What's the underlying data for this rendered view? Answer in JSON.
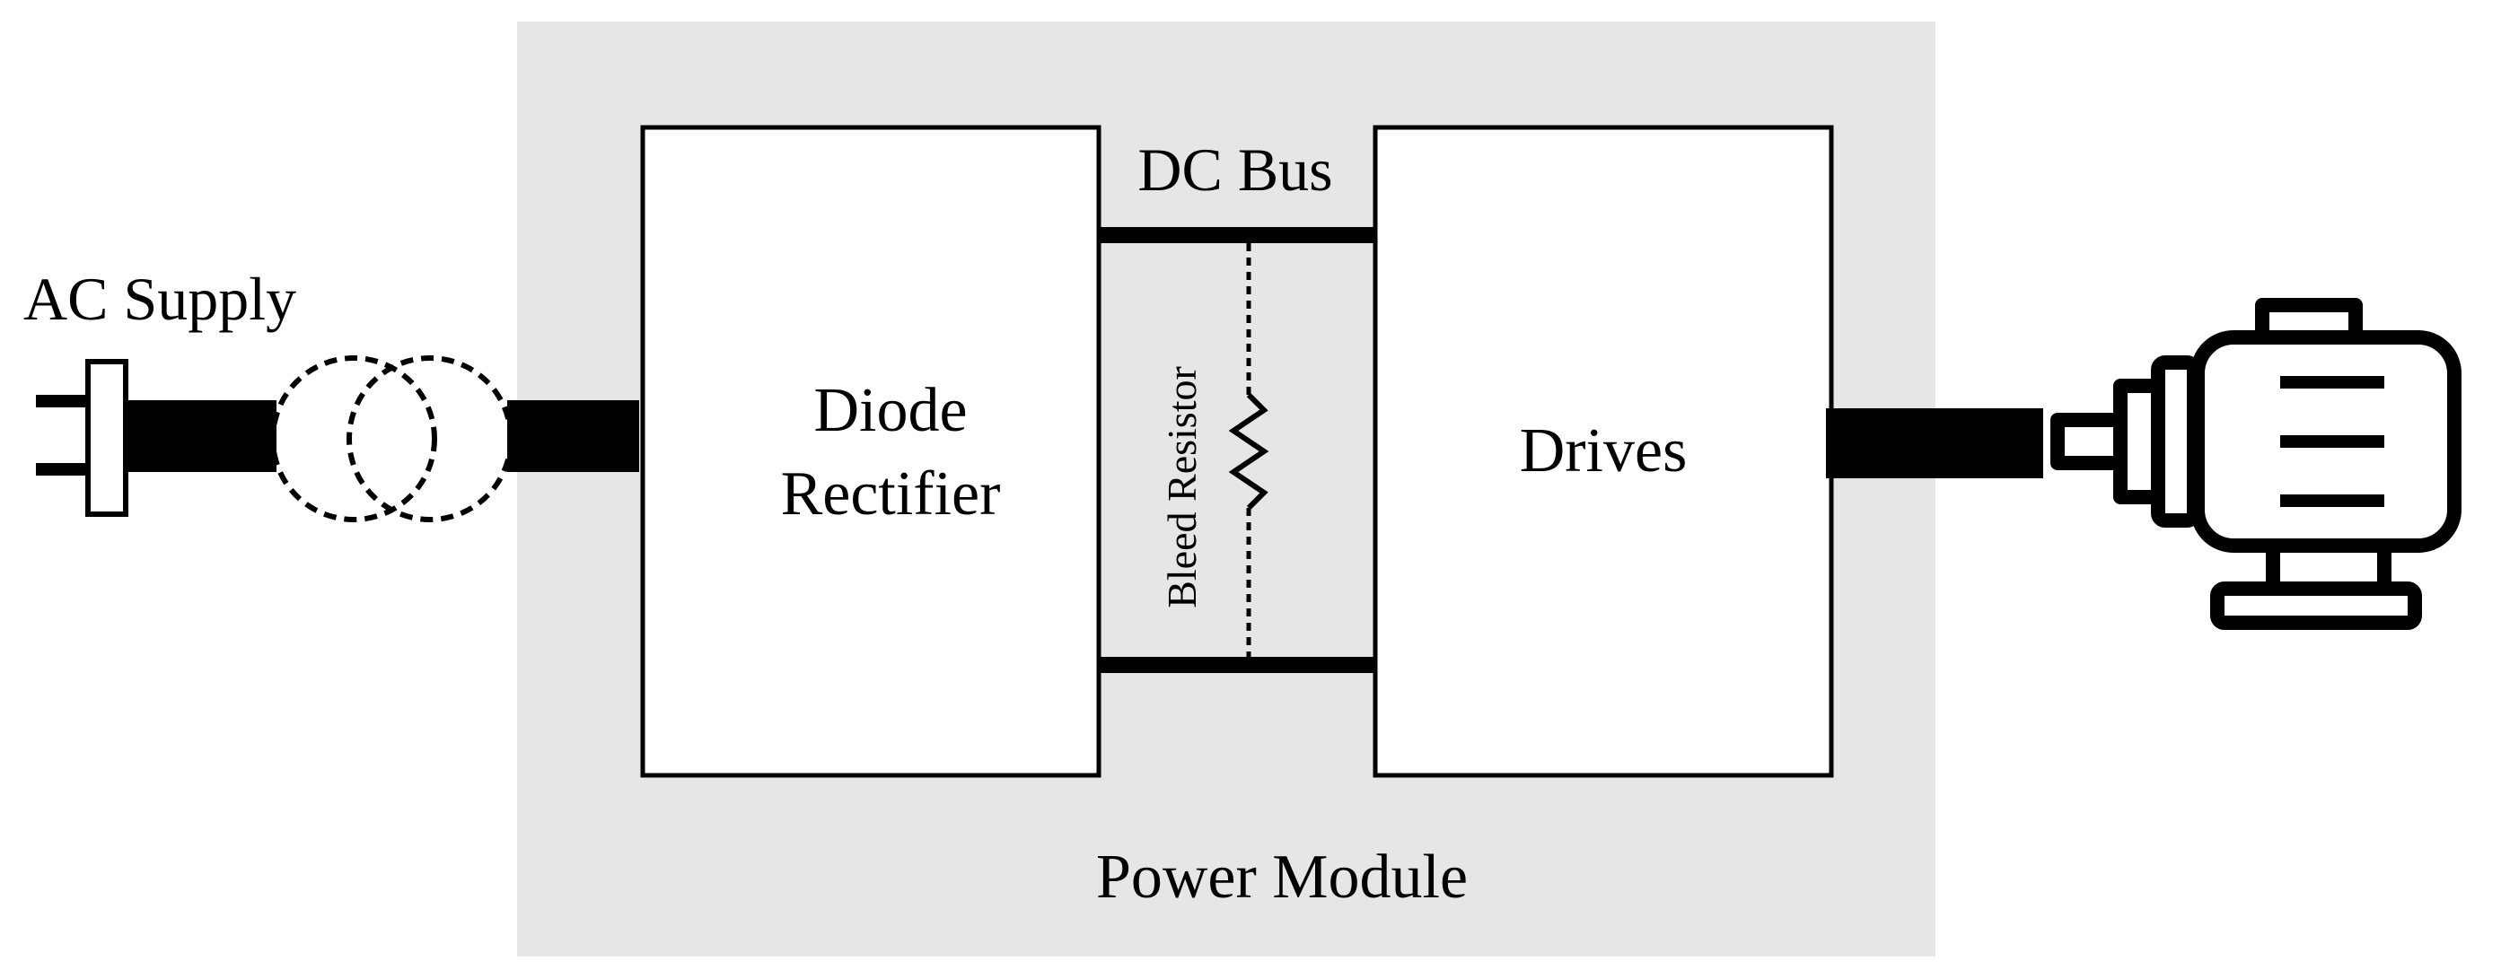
{
  "labels": {
    "ac_supply": "AC Supply",
    "dc_bus": "DC Bus",
    "rectifier_line1": "Diode",
    "rectifier_line2": "Rectifier",
    "bleed_resistor": "Bleed Resistor",
    "drives": "Drives",
    "power_module": "Power Module"
  },
  "colors": {
    "module_background": "#e6e6e6",
    "stroke": "#000000",
    "block_fill": "#ffffff"
  },
  "icons": {
    "supply": "plug-icon",
    "transformer": "transformer-icon",
    "resistor": "resistor-icon",
    "load": "motor-icon"
  }
}
